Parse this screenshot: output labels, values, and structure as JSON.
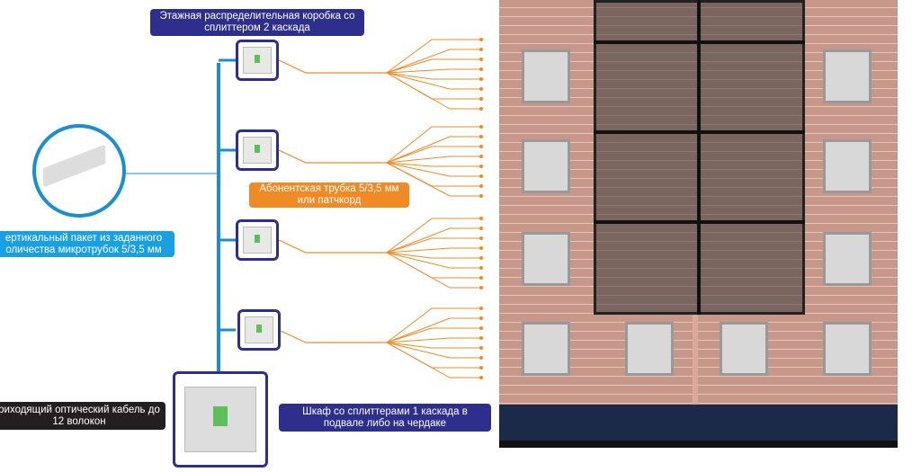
{
  "labels": {
    "floor_box": "Этажная распределительная коробка со сплиттером 2 каскада",
    "subscriber_tube": "Абонентская трубка 5/3,5 мм или патчкорд",
    "vertical_pack": "ертикальный пакет из заданного оличества микротрубок 5/3,5 мм",
    "incoming_cable": "риходящий оптический кабель до 12 волокон",
    "cabinet": "Шкаф со сплиттерами 1 каскада в подвале либо на чердаке"
  },
  "colors": {
    "navy": "#2e2e8c",
    "blue": "#1a8fd0",
    "orange": "#f08a24",
    "dark": "#231f20"
  }
}
